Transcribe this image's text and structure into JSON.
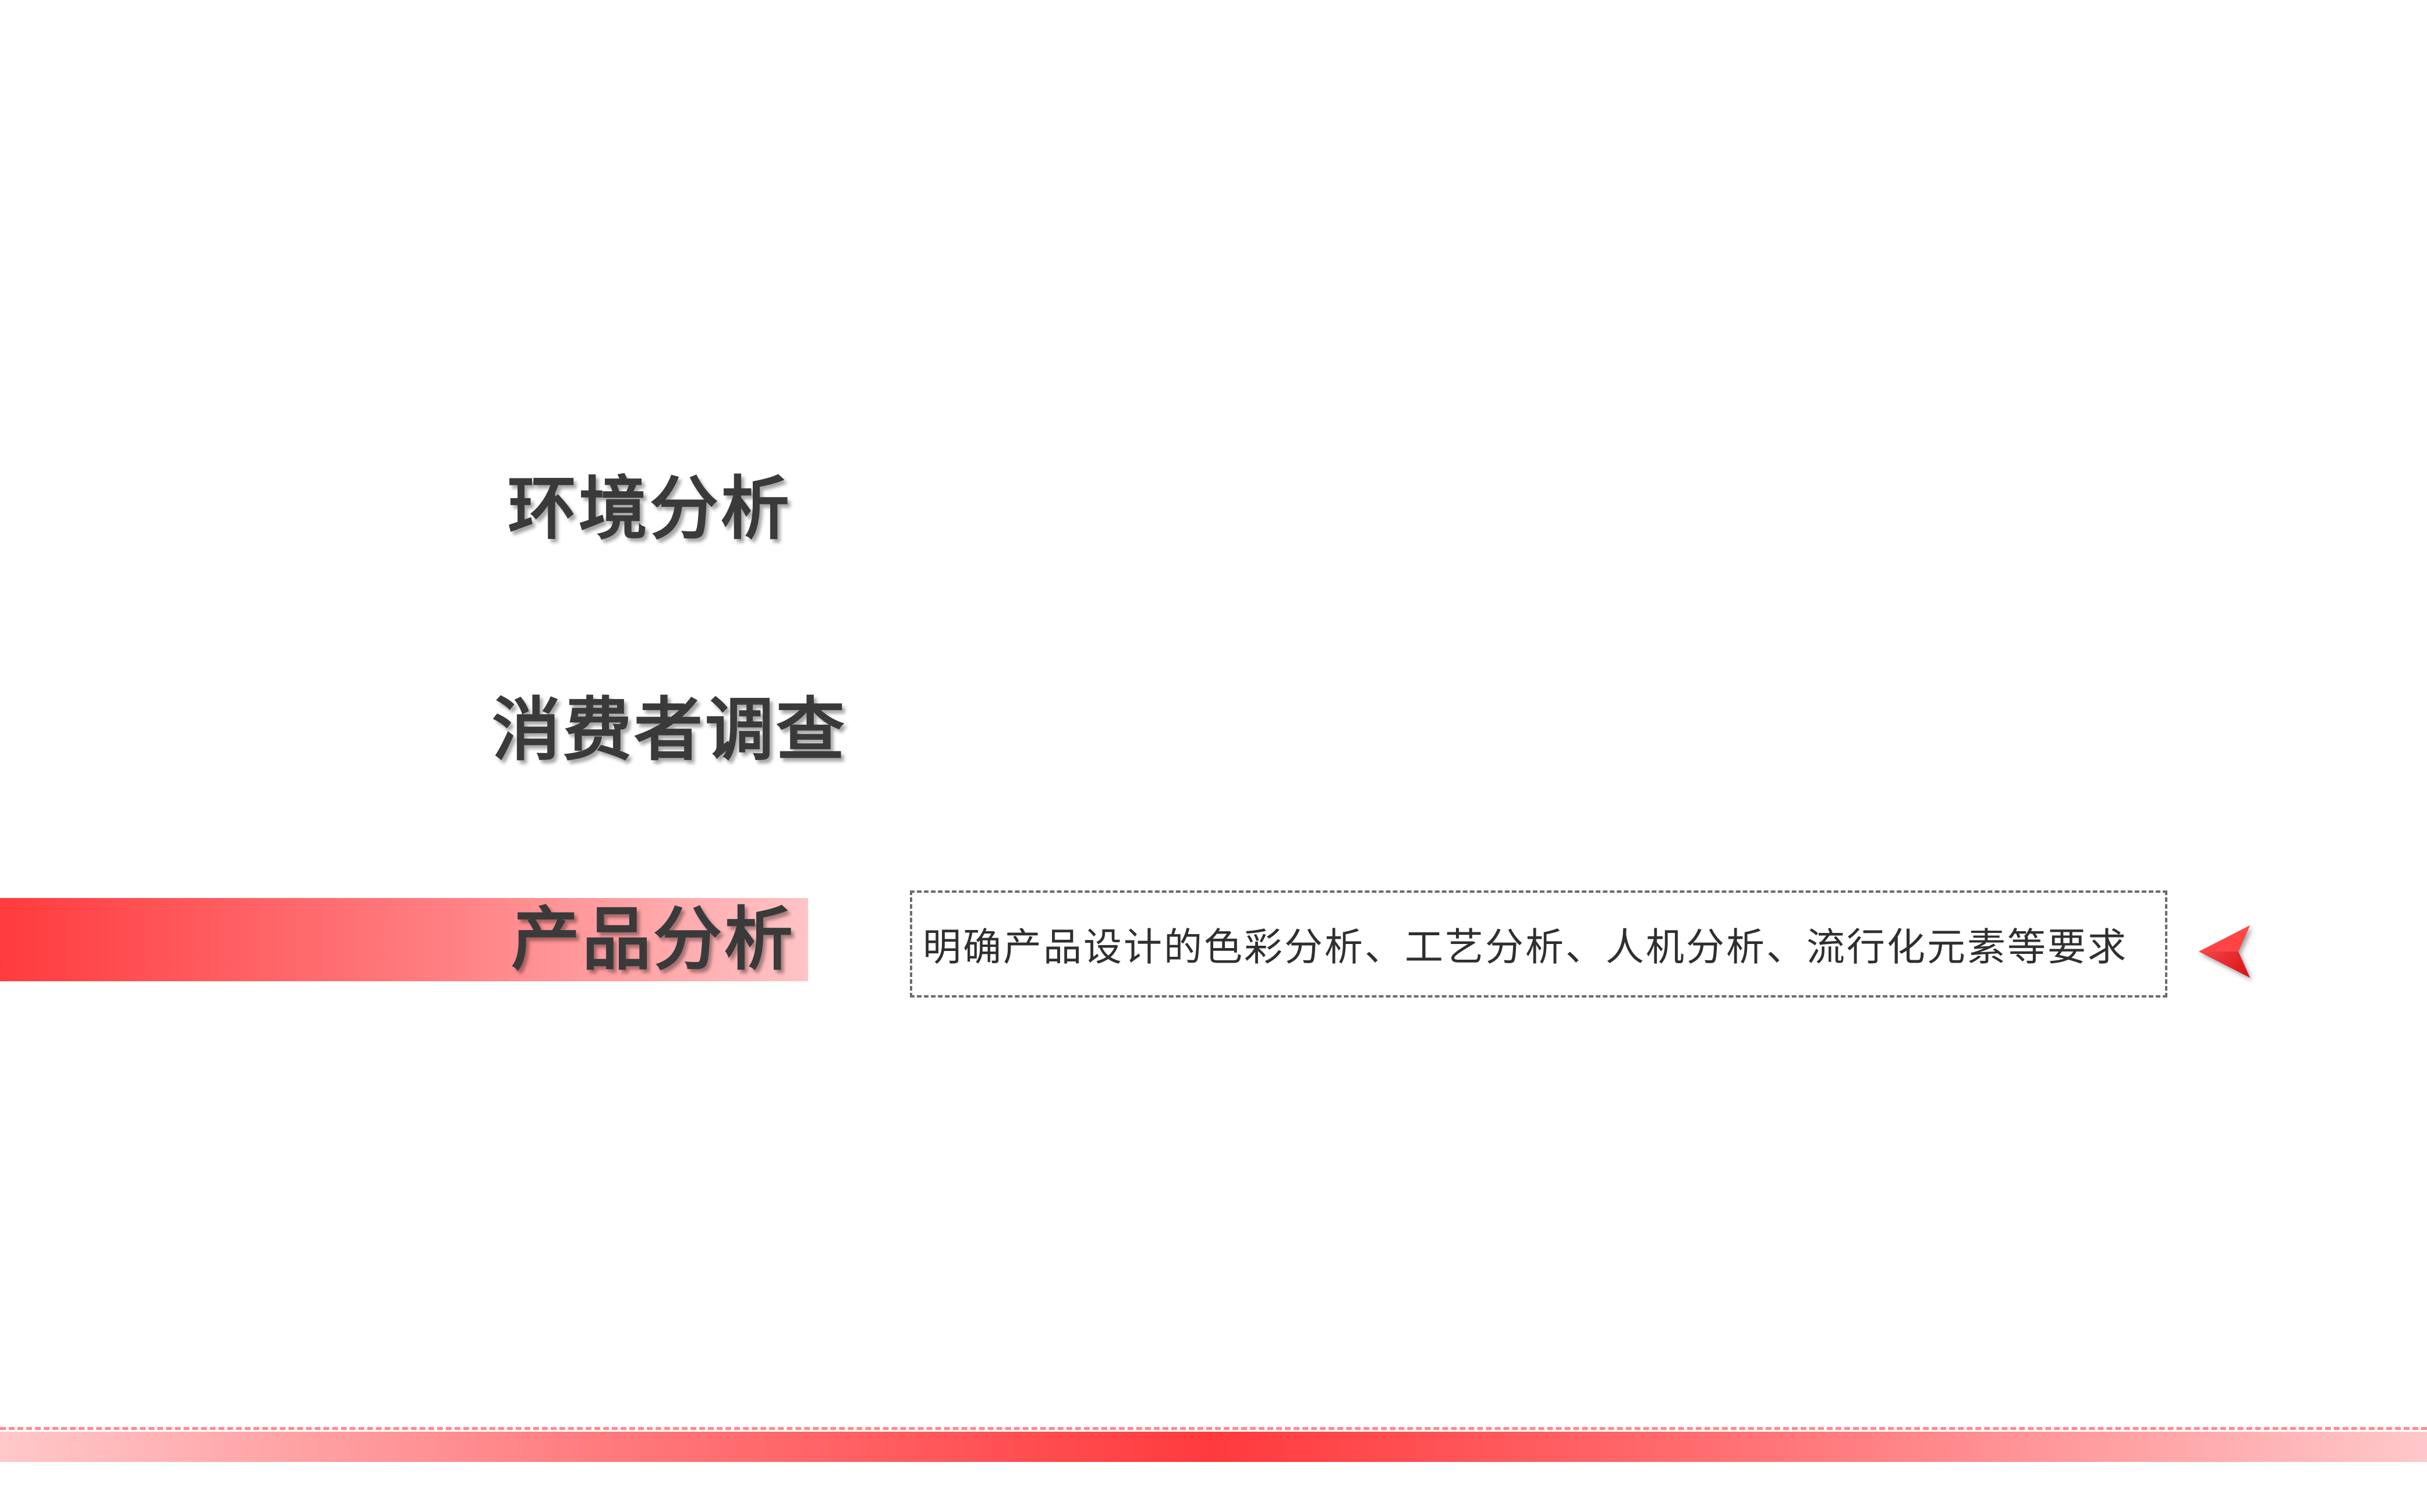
{
  "menu": {
    "items": [
      {
        "label": "环境分析"
      },
      {
        "label": "消费者调查"
      },
      {
        "label": "产品分析",
        "active": true
      }
    ]
  },
  "description": {
    "text": "明确产品设计的色彩分析、工艺分析、人机分析、流行化元素等要求"
  },
  "colors": {
    "accent": "#ff3b3e",
    "text": "#3a3a3a",
    "border": "#6b6b6b"
  },
  "icons": {
    "pointer": "pointer-arrow-icon"
  }
}
